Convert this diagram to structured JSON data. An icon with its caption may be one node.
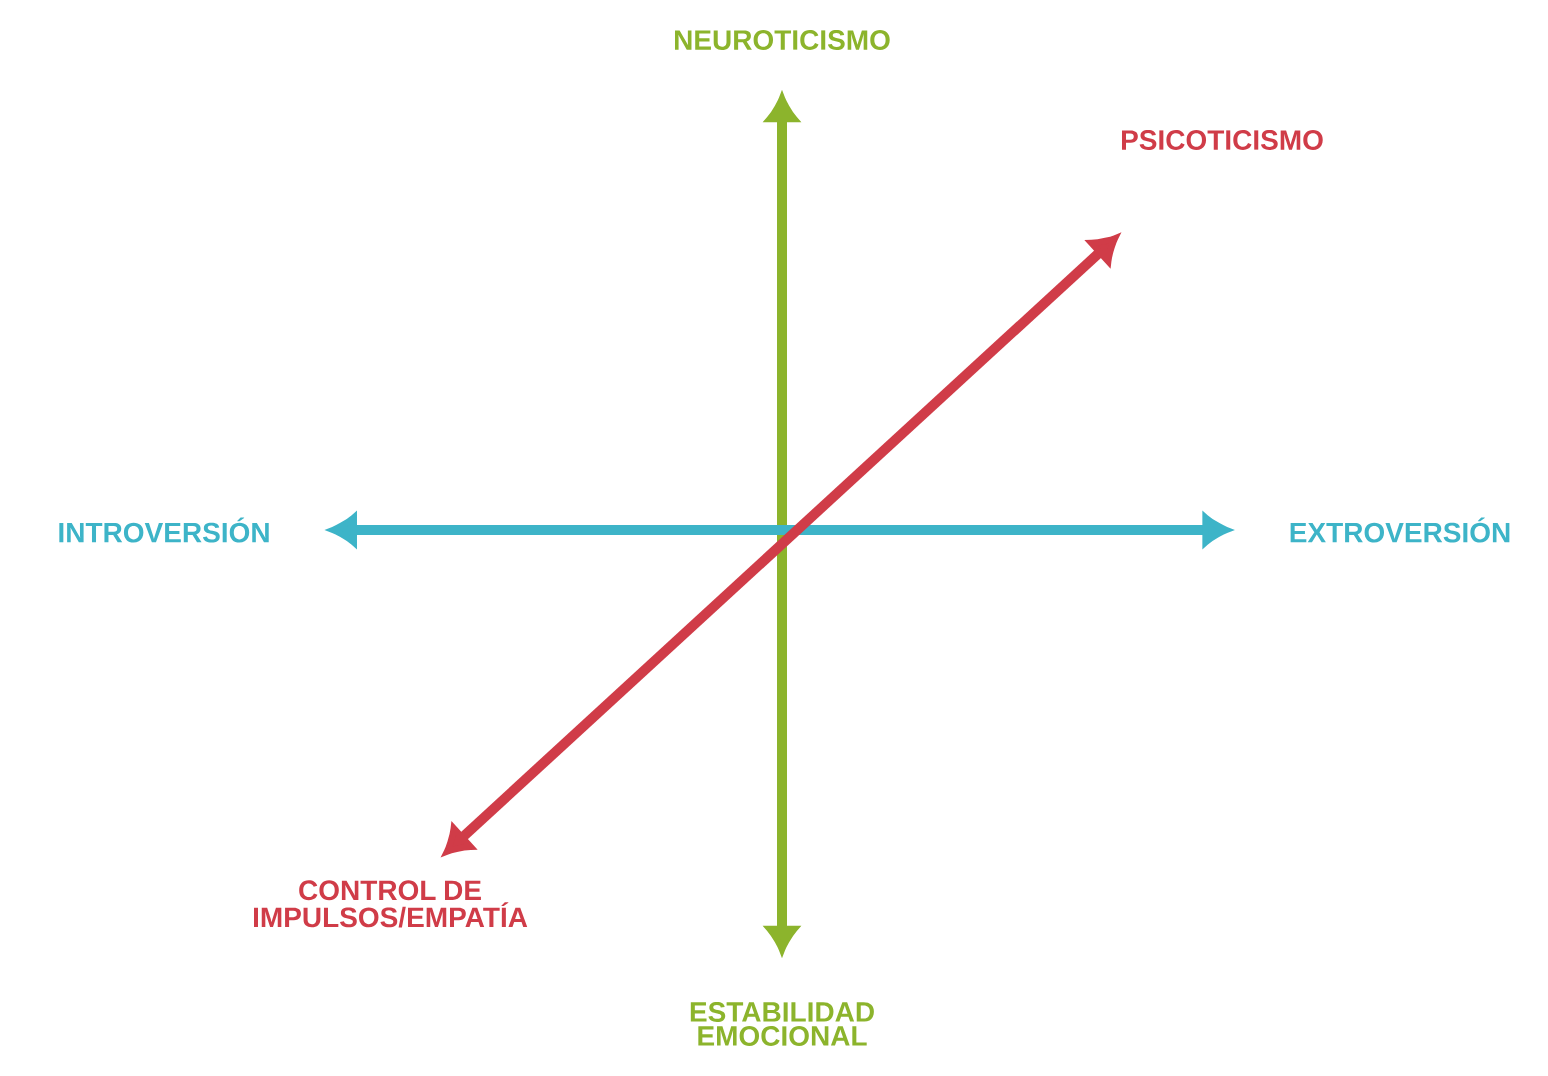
{
  "diagram": {
    "nodes": [
      {
        "text": [
          "NEUROTICISMO"
        ]
      },
      {
        "text": [
          "PSICOTICISMO"
        ]
      },
      {
        "text": [
          "INTROVERSIÓN"
        ]
      },
      {
        "text": [
          "EXTROVERSIÓN"
        ]
      },
      {
        "text": [
          "CONTROL DE IMPULSOS/EMPATÍA"
        ]
      },
      {
        "text": [
          "ESTABILIDAD EMOCIONAL"
        ]
      }
    ],
    "edges": [
      {
        "from": 5,
        "to": 0,
        "arrow": "both",
        "color": "#8cb42c"
      },
      {
        "from": 2,
        "to": 3,
        "arrow": "both",
        "color": "#3db4c8"
      },
      {
        "from": 4,
        "to": 1,
        "arrow": "both",
        "color": "#d03c48"
      }
    ]
  }
}
